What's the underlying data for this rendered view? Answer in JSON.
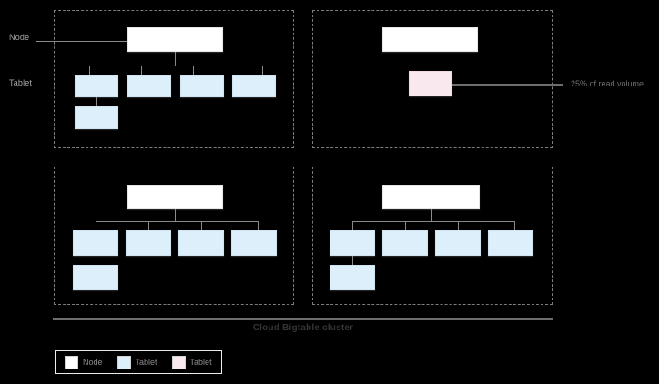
{
  "diagram": {
    "title_caption": "Cloud Bigtable cluster",
    "side_labels": {
      "node": "Node",
      "tablet": "Tablet"
    },
    "callout": {
      "text": "25% of read volume"
    },
    "colors": {
      "background": "#000000",
      "node_fill": "#ffffff",
      "tablet_fill": "#ddeffb",
      "hot_tablet_fill": "#fae8ef",
      "group_border": "#7d7d7d",
      "connector": "#8a8a8a",
      "caption_text": "#343434",
      "label_text": "#a8a8a8"
    },
    "groups": [
      {
        "id": "node-group-top-left",
        "node_count": 1,
        "tablet_count": 5,
        "hot_tablet_count": 0
      },
      {
        "id": "node-group-top-right",
        "node_count": 1,
        "tablet_count": 0,
        "hot_tablet_count": 1
      },
      {
        "id": "node-group-bottom-left",
        "node_count": 1,
        "tablet_count": 5,
        "hot_tablet_count": 0
      },
      {
        "id": "node-group-bottom-right",
        "node_count": 1,
        "tablet_count": 5,
        "hot_tablet_count": 0
      }
    ]
  },
  "legend": {
    "items": [
      {
        "label": "Node",
        "swatch": "node-swatch",
        "color": "#ffffff"
      },
      {
        "label": "Tablet",
        "swatch": "tablet-swatch",
        "color": "#ddeffb"
      },
      {
        "label": "Tablet",
        "swatch": "hot-tablet-swatch",
        "color": "#fae8ef"
      }
    ]
  }
}
